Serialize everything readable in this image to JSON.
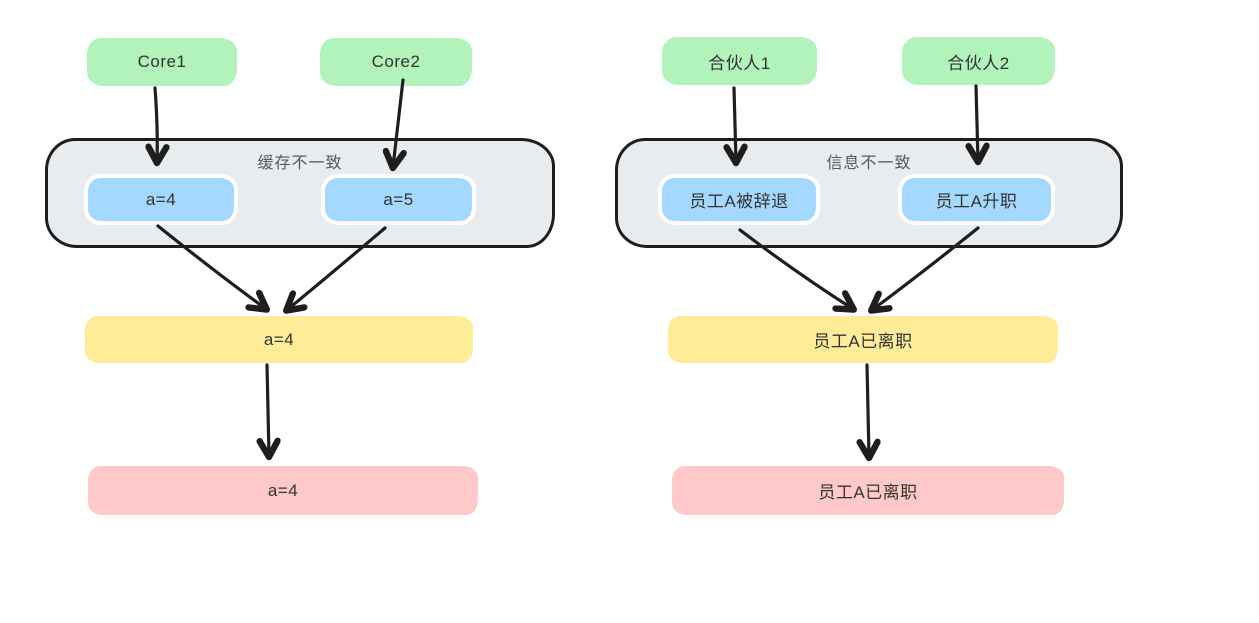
{
  "colors": {
    "green": "#b2f2bb",
    "blue": "#a5d8ff",
    "yellow": "#ffec99",
    "pink": "#ffc9c9",
    "container_fill": "#e9ecef",
    "stroke": "#1e1e1e",
    "text": "#333333",
    "label_gray": "#54595f"
  },
  "left": {
    "sources": [
      {
        "label": "Core1"
      },
      {
        "label": "Core2"
      }
    ],
    "group_label": "缓存不一致",
    "caches": [
      {
        "label": "a=4"
      },
      {
        "label": "a=5"
      }
    ],
    "merged": "a=4",
    "result": "a=4"
  },
  "right": {
    "sources": [
      {
        "label": "合伙人1"
      },
      {
        "label": "合伙人2"
      }
    ],
    "group_label": "信息不一致",
    "caches": [
      {
        "label": "员工A被辞退"
      },
      {
        "label": "员工A升职"
      }
    ],
    "merged": "员工A已离职",
    "result": "员工A已离职"
  }
}
